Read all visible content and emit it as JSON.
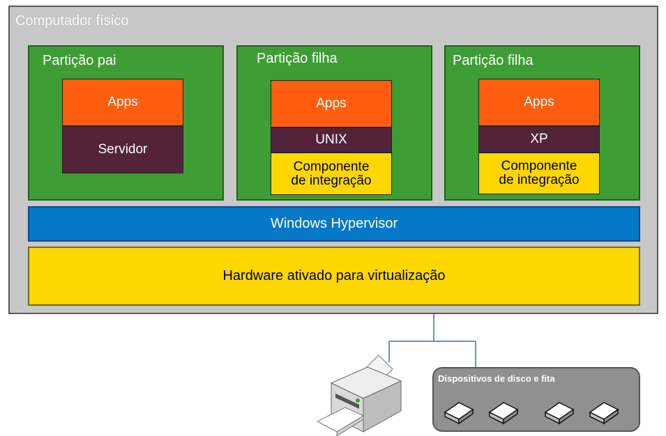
{
  "computer": {
    "title": "Computador físico"
  },
  "partitions": [
    {
      "title": "Partição pai",
      "apps": "Apps",
      "os": "Servidor",
      "integration": null
    },
    {
      "title": "Partição filha",
      "apps": "Apps",
      "os": "UNIX",
      "integration": [
        "Componente",
        "de integração"
      ]
    },
    {
      "title": "Partição filha",
      "apps": "Apps",
      "os": "XP",
      "integration": [
        "Componente",
        "de integração"
      ]
    }
  ],
  "hypervisor": {
    "label": "Windows Hypervisor"
  },
  "hardware": {
    "label": "Hardware ativado para virtualização"
  },
  "devices": {
    "label": "Dispositivos de disco e fita",
    "disk_count": 4
  },
  "printer": {
    "icon": "printer-icon"
  },
  "colors": {
    "computer_bg": "#c8c8c8",
    "partition": "#3e9d35",
    "apps": "#ff5e10",
    "os": "#53233c",
    "integration": "#ffd700",
    "hypervisor": "#0578c8",
    "hardware": "#ffd700",
    "connector": "#6b8fc4"
  }
}
